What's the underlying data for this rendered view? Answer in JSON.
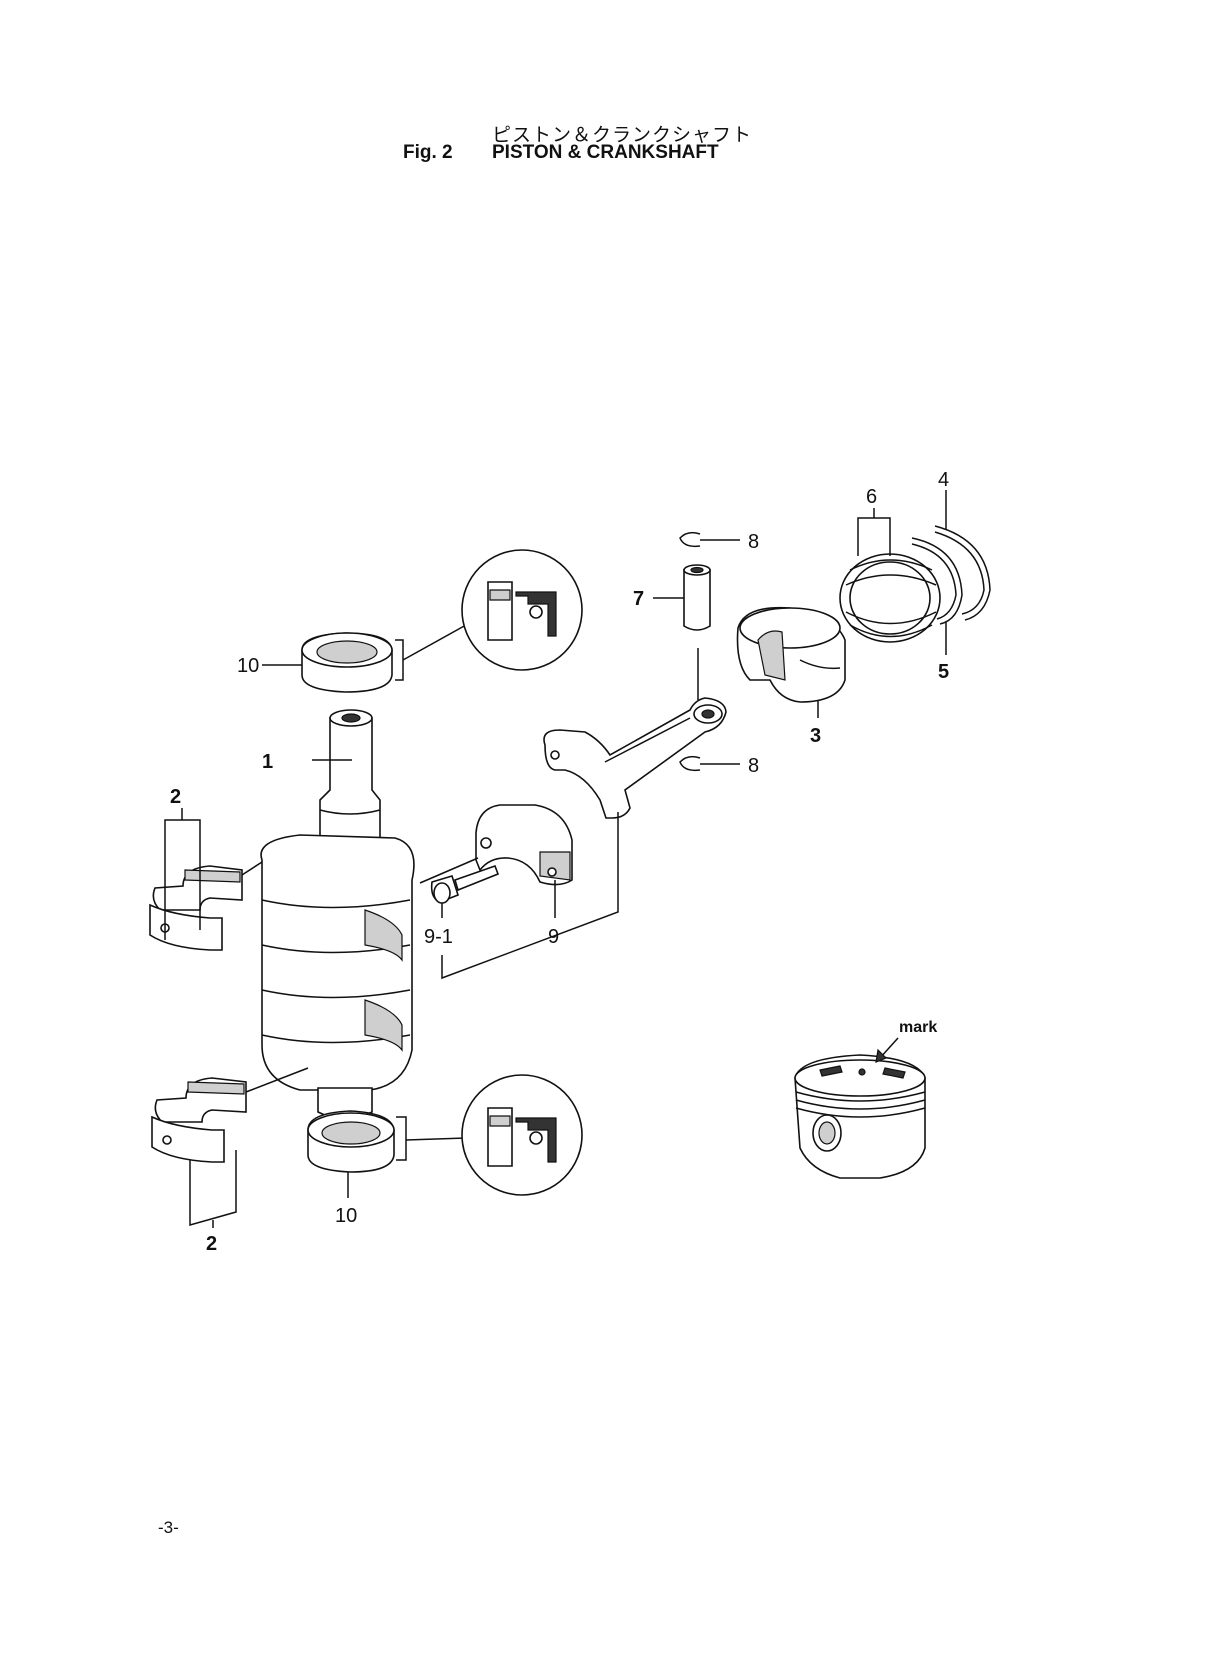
{
  "header": {
    "title_jp": "ピストン＆クランクシャフト",
    "fig_label": "Fig. 2",
    "title_en": "PISTON & CRANKSHAFT"
  },
  "callouts": {
    "p1": "1",
    "p2_top": "2",
    "p2_bottom": "2",
    "p3": "3",
    "p4": "4",
    "p5": "5",
    "p6": "6",
    "p7": "7",
    "p8_top": "8",
    "p8_bottom": "8",
    "p9": "9",
    "p9_1": "9-1",
    "p10_top": "10",
    "p10_bottom": "10",
    "mark": "mark"
  },
  "footer": {
    "page_number": "-3-"
  }
}
